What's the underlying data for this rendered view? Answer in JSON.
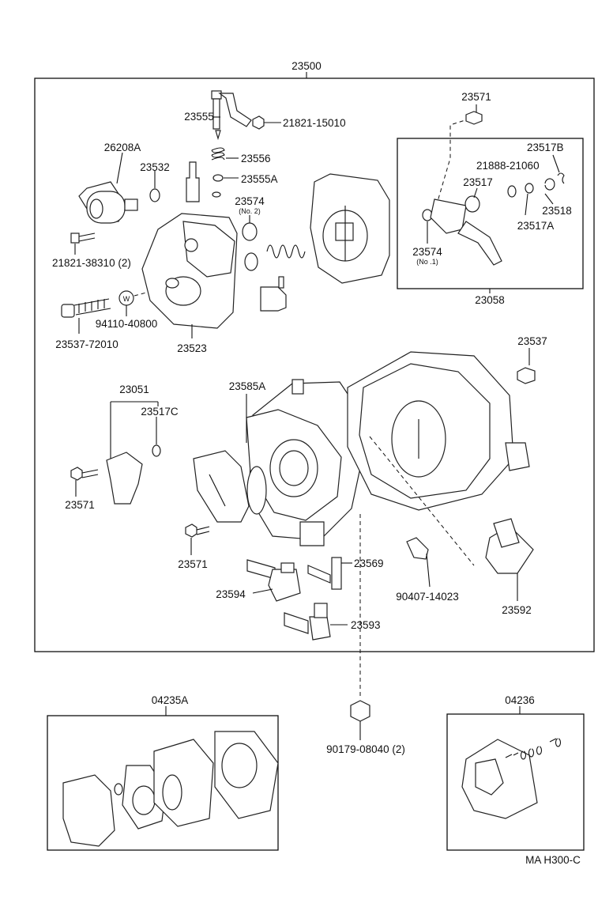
{
  "labels": {
    "assy": "23500",
    "p23555": "23555",
    "p21821_15010": "21821-15010",
    "p26208A": "26208A",
    "p23532": "23532",
    "p23556": "23556",
    "p23555A": "23555A",
    "p23574a": "23574",
    "no2": "(No. 2)",
    "p21821_38310": "21821-38310 (2)",
    "p94110": "94110-40800",
    "p23537_72010": "23537-72010",
    "p23523": "23523",
    "p23571top": "23571",
    "p23517B": "23517B",
    "p21888": "21888-21060",
    "p23517": "23517",
    "p23518": "23518",
    "p23517A": "23517A",
    "p23574b": "23574",
    "no1": "(No .1)",
    "p23058": "23058",
    "p23537": "23537",
    "p23051": "23051",
    "p23585A": "23585A",
    "p23517C": "23517C",
    "p23571a": "23571",
    "p23571b": "23571",
    "p23569": "23569",
    "p23594": "23594",
    "p90407": "90407-14023",
    "p23592": "23592",
    "p23593": "23593",
    "p04235A": "04235A",
    "p90179": "90179-08040 (2)",
    "p04236": "04236",
    "code": "MA H300-C",
    "w": "W"
  }
}
